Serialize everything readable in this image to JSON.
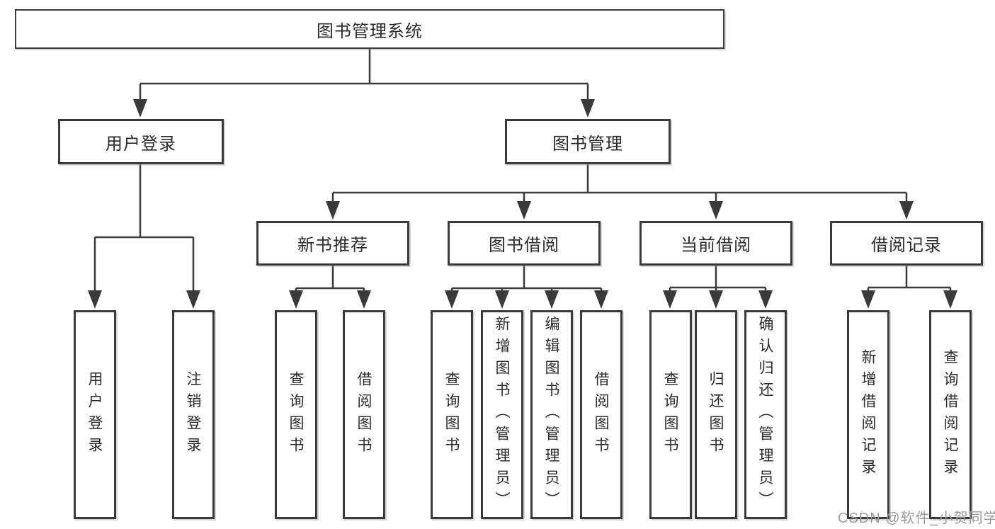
{
  "diagram": {
    "title": "图书管理系统",
    "level2": [
      {
        "id": "user-login",
        "label": "用户登录"
      },
      {
        "id": "book-management",
        "label": "图书管理"
      }
    ],
    "level3": [
      {
        "id": "new-book-recommend",
        "label": "新书推荐",
        "parent": "图书管理"
      },
      {
        "id": "book-borrowing",
        "label": "图书借阅",
        "parent": "图书管理"
      },
      {
        "id": "current-borrowing",
        "label": "当前借阅",
        "parent": "图书管理"
      },
      {
        "id": "borrowing-records",
        "label": "借阅记录",
        "parent": "图书管理"
      }
    ],
    "leaves": [
      {
        "id": "user-login-leaf",
        "label": "用户登录",
        "parent": "用户登录"
      },
      {
        "id": "logout",
        "label": "注销登录",
        "parent": "用户登录"
      },
      {
        "id": "query-books-recommend",
        "label": "查询图书",
        "parent": "新书推荐"
      },
      {
        "id": "borrow-books-recommend",
        "label": "借阅图书",
        "parent": "新书推荐"
      },
      {
        "id": "query-books-borrowing",
        "label": "查询图书",
        "parent": "图书借阅"
      },
      {
        "id": "add-books-admin",
        "label": "新增图书（管理员）",
        "parent": "图书借阅"
      },
      {
        "id": "edit-books-admin",
        "label": "编辑图书（管理员）",
        "parent": "图书借阅"
      },
      {
        "id": "borrow-books",
        "label": "借阅图书",
        "parent": "图书借阅"
      },
      {
        "id": "query-books-current",
        "label": "查询图书",
        "parent": "当前借阅"
      },
      {
        "id": "return-books",
        "label": "归还图书",
        "parent": "当前借阅"
      },
      {
        "id": "confirm-return-admin",
        "label": "确认归还（管理员）",
        "parent": "当前借阅"
      },
      {
        "id": "add-borrow-record",
        "label": "新增借阅记录",
        "parent": "借阅记录"
      },
      {
        "id": "query-borrow-record",
        "label": "查询借阅记录",
        "parent": "借阅记录"
      }
    ]
  },
  "watermark": {
    "text": "CSDN @软件_小贺同学",
    "color": "#9b9b9b"
  },
  "colors": {
    "background": "#ffffff",
    "border": "#3a3a3a",
    "line": "#3a3a3a",
    "text": "#2b2b2b"
  }
}
